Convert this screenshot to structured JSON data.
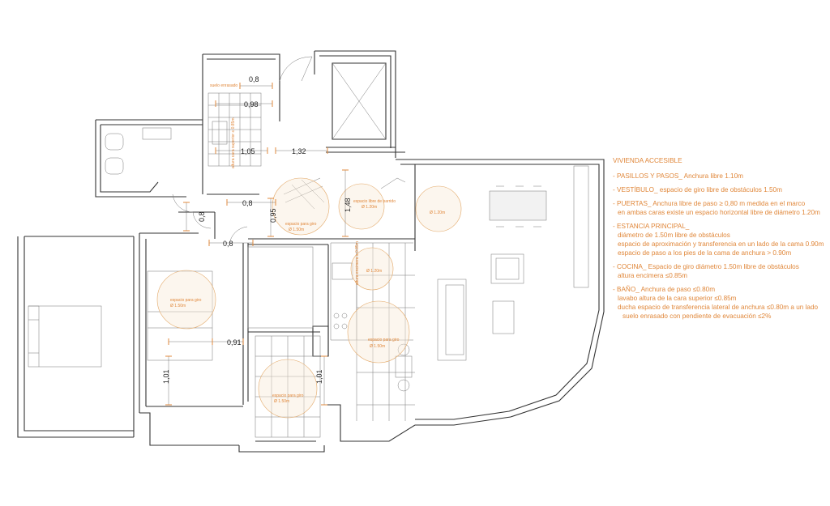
{
  "legend": {
    "title": "VIVIENDA ACCESIBLE",
    "pasillos": "- PASILLOS Y PASOS_ Anchura libre 1.10m",
    "vestibulo": "- VESTÍBULO_ espacio de giro libre de obstáculos 1.50m",
    "puertas_1": "- PUERTAS_ Anchura libre de paso ≥ 0,80 m medida en el marco",
    "puertas_2": "en ambas caras existe un espacio horizontal libre de diámetro 1.20m",
    "estancia_title": "- ESTANCIA PRINCIPAL_",
    "estancia_1": "diámetro de 1.50m libre de obstáculos",
    "estancia_2": "espacio de aproximación y transferencia en un lado de la cama 0.90m",
    "estancia_3": "espacio de paso a los pies de la cama de anchura > 0.90m",
    "cocina_1": "- COCINA_ Espacio de giro diámetro 1.50m libre de obstáculos",
    "cocina_2": "altura encimera ≤0.85m",
    "bano_1": "- BAÑO_ Anchura de paso ≤0.80m",
    "bano_2": "lavabo   altura de la cara superior ≤0.85m",
    "bano_3": "ducha   espacio de transferencia lateral de anchura ≤0.80m a un lado",
    "bano_4": "suelo enrasado con pendiente de evacuación ≤2%"
  },
  "dimensions": {
    "d1": "0,8",
    "d2": "0,98",
    "d3": "1,05",
    "d4": "1,32",
    "d5": "1,48",
    "d6": "0,95",
    "d7": "0,8",
    "d8": "0,8",
    "d9": "0,8",
    "d10": "0,91",
    "d11": "1,01",
    "d12": "1,01"
  },
  "annotations": {
    "suelo": "suelo enrasado",
    "altura_cara": "altura cara superior ≤ 0.85m",
    "giro_vest_1": "espacio para giro",
    "giro_vest_2": "Ø 1.50m",
    "barrido_1": "espacio libre de barrido",
    "barrido_2": "Ø 1.20m",
    "salon": "Ø 1.20m",
    "encimera": "altura encimera ≤ 0.85m",
    "cocina_small": "Ø 1.20m",
    "dorm_1": "espacio para giro",
    "dorm_2": "Ø 1.50m",
    "cocina_1": "espacio para giro",
    "cocina_2": "Ø 1.50m",
    "bano2_1": "espacio para giro",
    "bano2_2": "Ø 1.50m"
  },
  "colors": {
    "accent": "#e0873a",
    "wall": "#333333"
  }
}
